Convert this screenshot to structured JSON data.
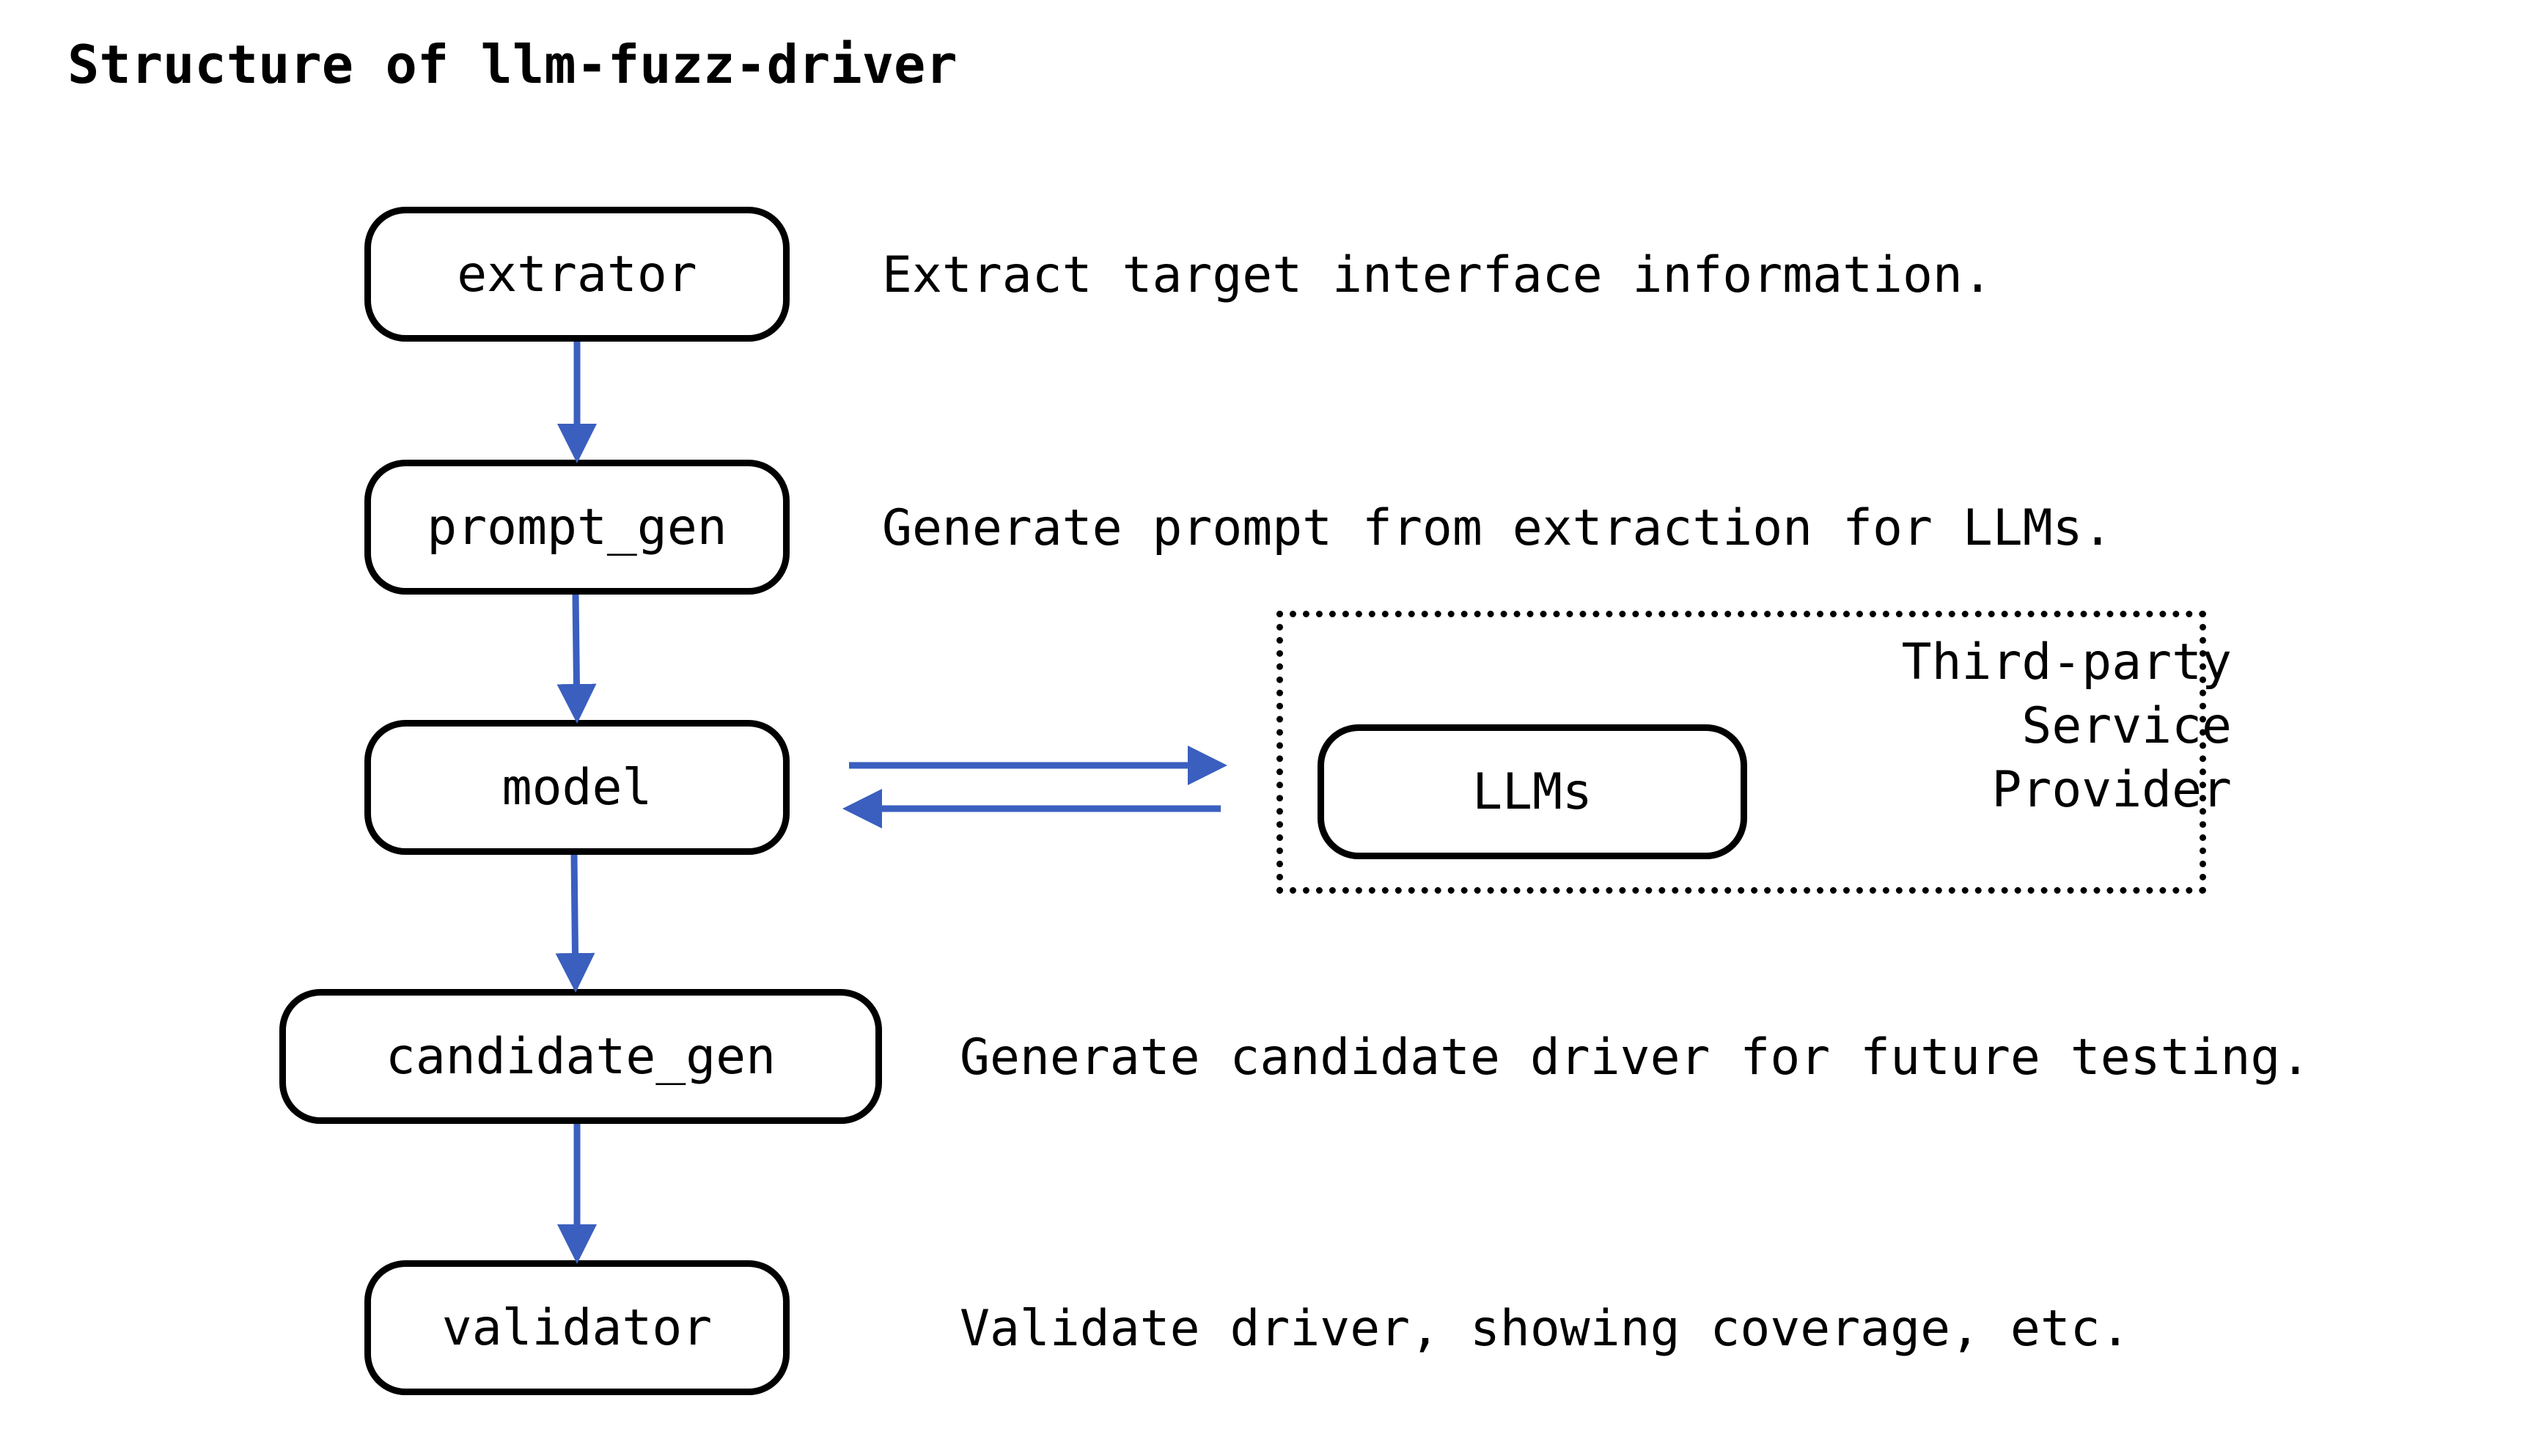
{
  "title": "Structure of llm-fuzz-driver",
  "nodes": {
    "extrator": "extrator",
    "prompt_gen": "prompt_gen",
    "model": "model",
    "candidate_gen": "candidate_gen",
    "validator": "validator",
    "llms": "LLMs"
  },
  "descriptions": {
    "extrator": "Extract target interface information.",
    "prompt_gen": "Generate prompt from extraction for LLMs.",
    "candidate_gen": "Generate candidate driver for future testing.",
    "validator": "Validate driver, showing coverage, etc."
  },
  "provider": {
    "lines": [
      "Third-party",
      "Service",
      "Provider"
    ]
  },
  "edges": [
    {
      "from": "extrator",
      "to": "prompt_gen"
    },
    {
      "from": "prompt_gen",
      "to": "model"
    },
    {
      "from": "model",
      "to": "candidate_gen"
    },
    {
      "from": "candidate_gen",
      "to": "validator"
    },
    {
      "from": "model",
      "to": "llms"
    },
    {
      "from": "llms",
      "to": "model"
    }
  ],
  "colors": {
    "arrow": "#3a5fbf",
    "border": "#000000"
  }
}
